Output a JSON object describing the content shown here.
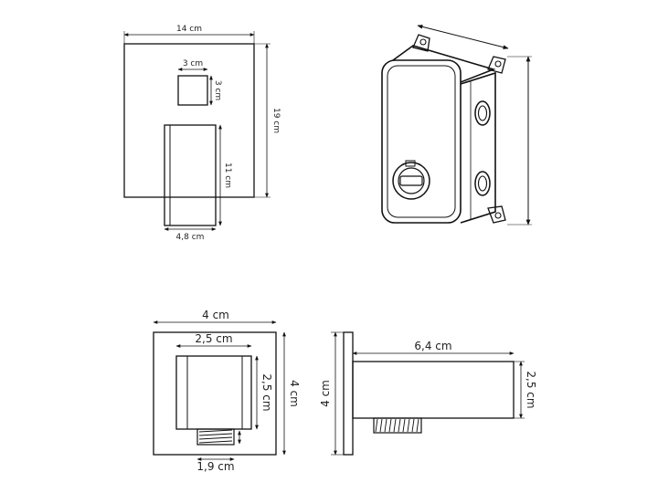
{
  "faceplate": {
    "width": "14 cm",
    "height": "19 cm",
    "knob_width": "3 cm",
    "knob_height": "3 cm",
    "spout_height": "11 cm",
    "spout_width": "4,8 cm"
  },
  "valve_body": {
    "icon": "concealed-mixer-body"
  },
  "outlet_front": {
    "plate_width": "4 cm",
    "plate_height": "4 cm",
    "body_width": "2,5 cm",
    "body_height": "2,5 cm",
    "thread_width": "1,9 cm"
  },
  "outlet_side": {
    "plate_height": "4 cm",
    "length": "6,4 cm",
    "depth": "2,5 cm"
  }
}
